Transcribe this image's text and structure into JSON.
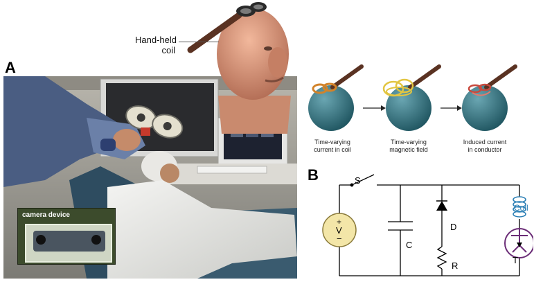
{
  "panel_a": {
    "letter": "A",
    "coil_label_line1": "Hand-held",
    "coil_label_line2": "coil",
    "camera_label": "camera device"
  },
  "mechanism": {
    "steps": [
      {
        "line1": "Time-varying",
        "line2": "current in coil"
      },
      {
        "line1": "Time-varying",
        "line2": "magnetic field"
      },
      {
        "line1": "Induced current",
        "line2": "in conductor"
      }
    ]
  },
  "panel_b": {
    "letter": "B",
    "switch": "S",
    "source_top": "+",
    "source_mid": "V",
    "source_bottom": "−",
    "capacitor": "C",
    "diode": "D",
    "resistor": "R",
    "coil": "Coil",
    "transistor": "T"
  },
  "colors": {
    "sphere": "#2f6f7a",
    "coil_orange": "#d2832a",
    "coil_yellow": "#e2c541",
    "source_fill": "#f3e6a8",
    "coil_blue": "#2b7fb5",
    "transistor": "#6b2d77"
  }
}
